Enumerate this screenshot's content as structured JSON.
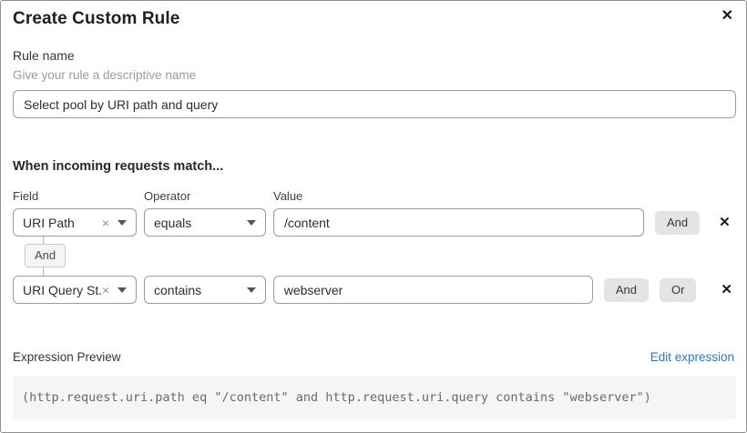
{
  "dialog": {
    "title": "Create Custom Rule"
  },
  "icons": {
    "close": "✕",
    "clear": "×",
    "delete_row": "✕"
  },
  "rule_name": {
    "label": "Rule name",
    "hint": "Give your rule a descriptive name",
    "value": "Select pool by URI path and query"
  },
  "match_section": {
    "heading": "When incoming requests match...",
    "columns": {
      "field": "Field",
      "operator": "Operator",
      "value": "Value"
    },
    "connector_label": "And",
    "rows": [
      {
        "field": "URI Path",
        "operator": "equals",
        "value": "/content",
        "buttons": [
          "And"
        ]
      },
      {
        "field": "URI Query St...",
        "operator": "contains",
        "value": "webserver",
        "buttons": [
          "And",
          "Or"
        ]
      }
    ]
  },
  "expression_preview": {
    "label": "Expression Preview",
    "edit_link": "Edit expression",
    "expression": "(http.request.uri.path eq \"/content\" and http.request.uri.query contains \"webserver\")"
  },
  "colors": {
    "link_blue": "#2d7bbd",
    "button_gray": "#e4e4e4",
    "code_background": "#f5f5f5",
    "border_gray": "#9a9a9a"
  }
}
